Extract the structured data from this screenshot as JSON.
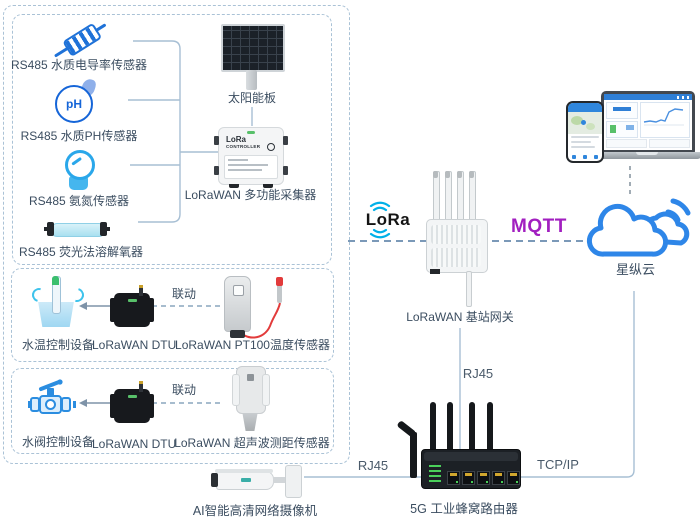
{
  "colors": {
    "wire": "#a7bfd4",
    "dashed_link": "#7b99b8",
    "label_text": "#3b4d60",
    "mqtt_purple": "#a21fc0",
    "cloud_blue": "#2e86e8",
    "lora_cyan": "#00b0e8",
    "icon_blue": "#2b8de0",
    "alert_red": "#e23b3b"
  },
  "sensors": {
    "items": [
      {
        "label": "RS485 水质电导率传感器",
        "icon": "conductivity-sensor-icon"
      },
      {
        "label": "RS485 水质PH传感器",
        "icon": "ph-sensor-icon",
        "icon_text": "pH"
      },
      {
        "label": "RS485 氨氮传感器",
        "icon": "ammonia-sensor-icon"
      },
      {
        "label": "RS485 荧光法溶解氧器",
        "icon": "dissolved-oxygen-sensor-icon"
      }
    ]
  },
  "collector": {
    "solar_label": "太阳能板",
    "device_text1": "LoRa",
    "device_text2": "CONTROLLER",
    "label": "LoRaWAN 多功能采集器"
  },
  "temp_group": {
    "actuator_label": "水温控制设备",
    "dtu_label": "LoRaWAN DTU",
    "sensor_label": "LoRaWAN PT100温度传感器",
    "link_label": "联动"
  },
  "valve_group": {
    "actuator_label": "水阀控制设备",
    "dtu_label": "LoRaWAN DTU",
    "sensor_label": "LoRaWAN 超声波测距传感器",
    "link_label": "联动"
  },
  "gateway": {
    "lora_logo": "LoRa",
    "label": "LoRaWAN 基站网关"
  },
  "cloud": {
    "mqtt_label": "MQTT",
    "label": "星纵云"
  },
  "links": {
    "rj45_gateway_router": "RJ45",
    "rj45_camera_router": "RJ45",
    "tcpip": "TCP/IP"
  },
  "router": {
    "label": "5G 工业蜂窝路由器"
  },
  "camera": {
    "label": "AI智能高清网络摄像机"
  }
}
